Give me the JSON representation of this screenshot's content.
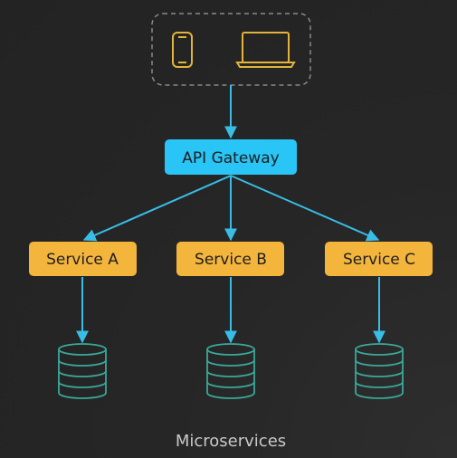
{
  "diagram": {
    "gateway": {
      "label": "API Gateway"
    },
    "services": [
      {
        "label": "Service A"
      },
      {
        "label": "Service B"
      },
      {
        "label": "Service C"
      }
    ],
    "caption": "Microservices"
  },
  "icons": {
    "clients": [
      "mobile-phone-icon",
      "laptop-icon"
    ],
    "storage": "database-icon"
  },
  "colors": {
    "background": "#262626",
    "gateway_fill": "#29c5f6",
    "service_fill": "#f4b53c",
    "arrow": "#38bde6",
    "client_icon": "#e3b43a",
    "database": "#3aa89a",
    "group_border": "#8a8a8a",
    "caption": "#c9c9c9"
  }
}
